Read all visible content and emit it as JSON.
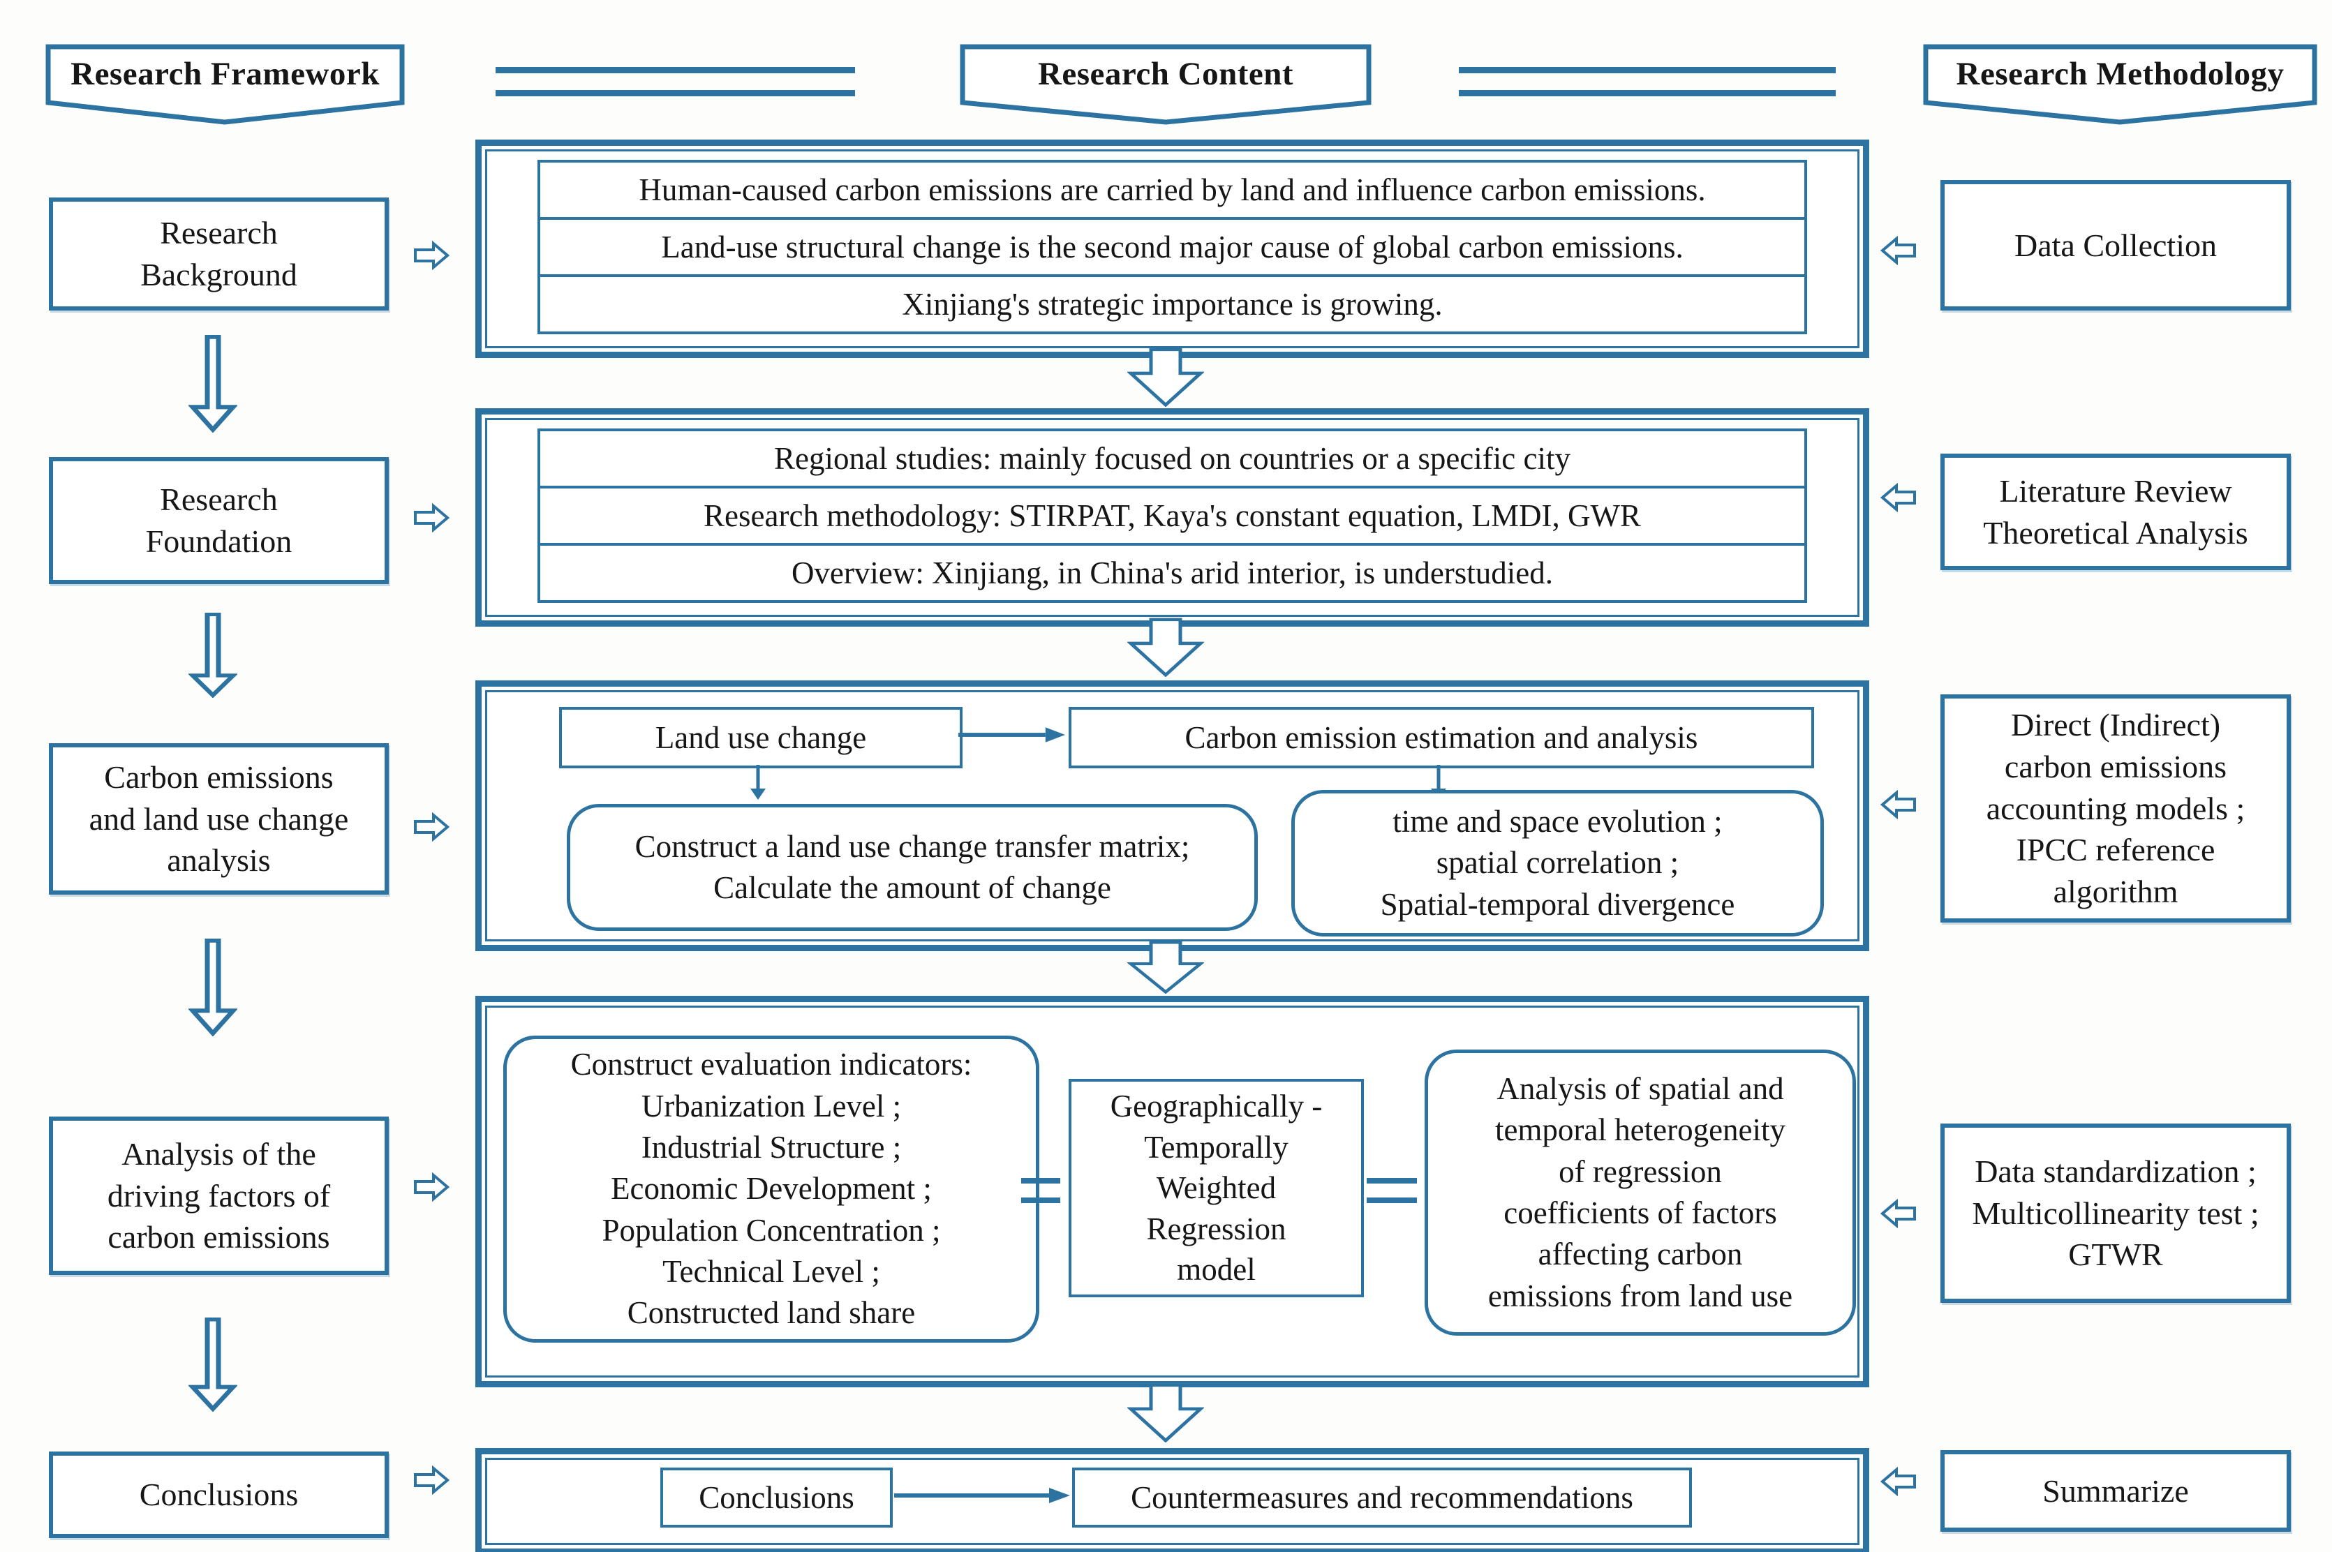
{
  "colors": {
    "accent": "#2c73a1",
    "text": "#161616",
    "background": "#ffffff"
  },
  "banners": {
    "framework": "Research Framework",
    "content": "Research Content",
    "methodology": "Research Methodology"
  },
  "framework_steps": [
    "Research\nBackground",
    "Research\nFoundation",
    "Carbon emissions\nand land use change\nanalysis",
    "Analysis of the\ndriving factors of\ncarbon emissions",
    "Conclusions"
  ],
  "methodology_steps": [
    "Data Collection",
    "Literature Review\nTheoretical Analysis",
    "Direct (Indirect)\ncarbon emissions\naccounting models ;\nIPCC reference\nalgorithm",
    "Data standardization ;\nMulticollinearity test ;\nGTWR",
    "Summarize"
  ],
  "content_sections": {
    "background": [
      "Human-caused carbon emissions are carried by land and influence carbon emissions.",
      "Land-use structural change is the second major cause of global carbon emissions.",
      "Xinjiang's strategic importance is growing."
    ],
    "foundation": [
      "Regional studies: mainly focused on countries or a specific city",
      "Research methodology: STIRPAT, Kaya's constant equation, LMDI, GWR",
      "Overview: Xinjiang, in China's arid interior, is understudied."
    ],
    "analysis": {
      "land_use_change": "Land use change",
      "carbon_estimation": "Carbon emission estimation and analysis",
      "transfer_matrix": "Construct a land use change transfer matrix;\nCalculate the amount of change",
      "evolution": "time and space evolution ;\nspatial correlation ;\nSpatial-temporal divergence"
    },
    "driving_factors": {
      "indicators": "Construct evaluation indicators:\nUrbanization Level ;\nIndustrial Structure ;\nEconomic Development ;\nPopulation Concentration ;\nTechnical Level ;\nConstructed land share",
      "gtwr_model": "Geographically -\nTemporally\nWeighted\nRegression\nmodel",
      "heterogeneity": "Analysis of spatial and\ntemporal heterogeneity\nof regression\ncoefficients of factors\naffecting carbon\nemissions from land use"
    },
    "conclusions": {
      "conclusions": "Conclusions",
      "countermeasures": "Countermeasures and recommendations"
    }
  }
}
